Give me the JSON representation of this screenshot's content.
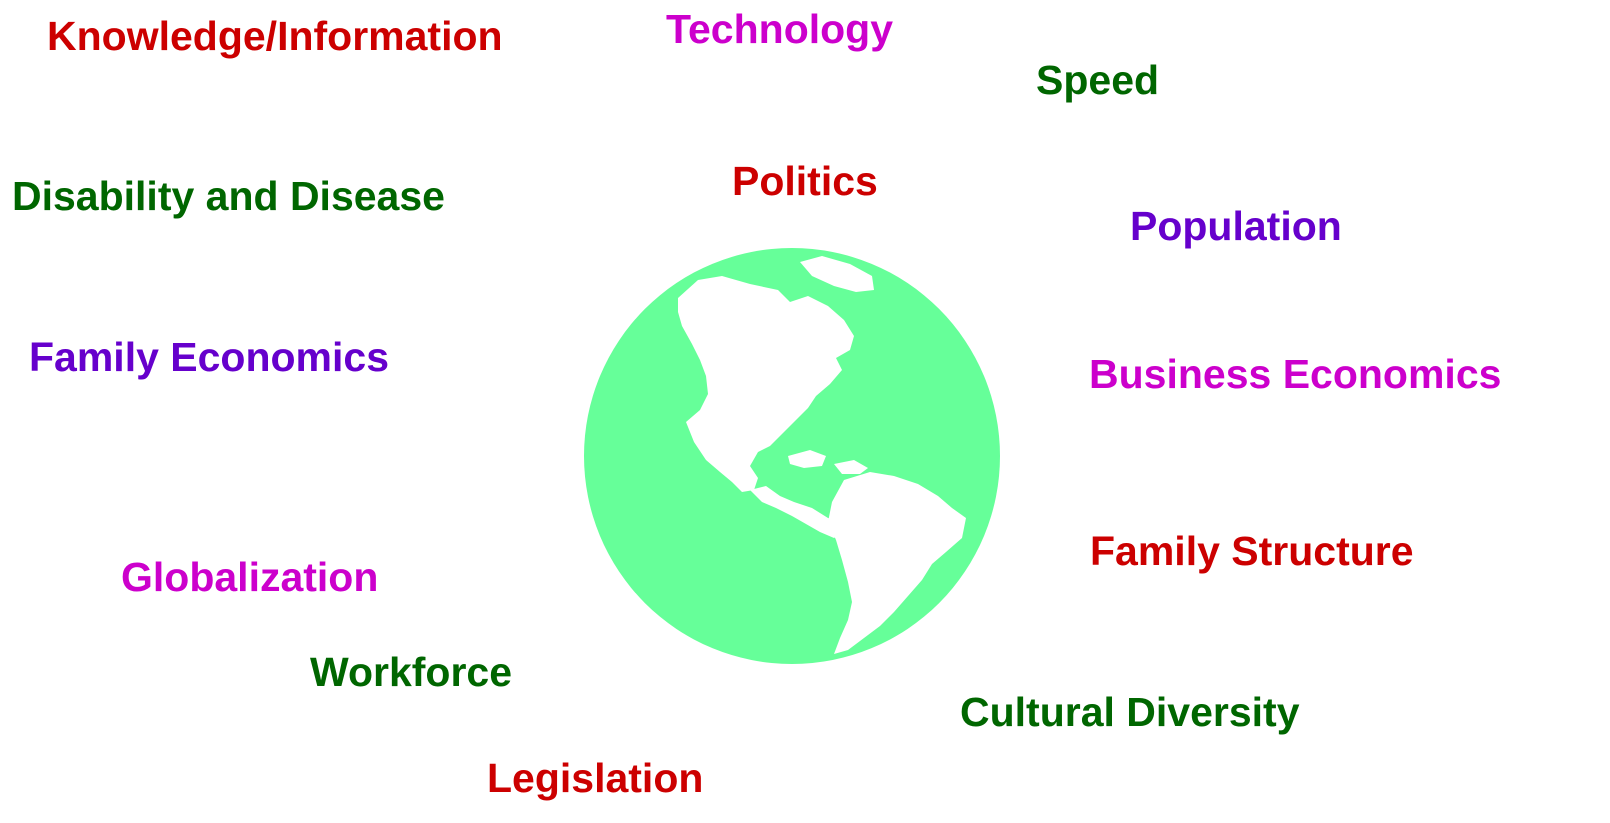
{
  "colors": {
    "red": "#cc0000",
    "green": "#006600",
    "purple": "#6600cc",
    "magenta": "#cc00cc",
    "globe_ocean": "#66ff99",
    "globe_land": "#ffffff"
  },
  "terms": {
    "knowledge": "Knowledge/Information",
    "technology": "Technology",
    "speed": "Speed",
    "disability": "Disability and Disease",
    "politics": "Politics",
    "population": "Population",
    "family_economics": "Family Economics",
    "business_economics": "Business Economics",
    "globalization": "Globalization",
    "family_structure": "Family Structure",
    "workforce": "Workforce",
    "cultural_diversity": "Cultural Diversity",
    "legislation": "Legislation"
  },
  "globe": {
    "icon": "globe-americas-icon"
  }
}
